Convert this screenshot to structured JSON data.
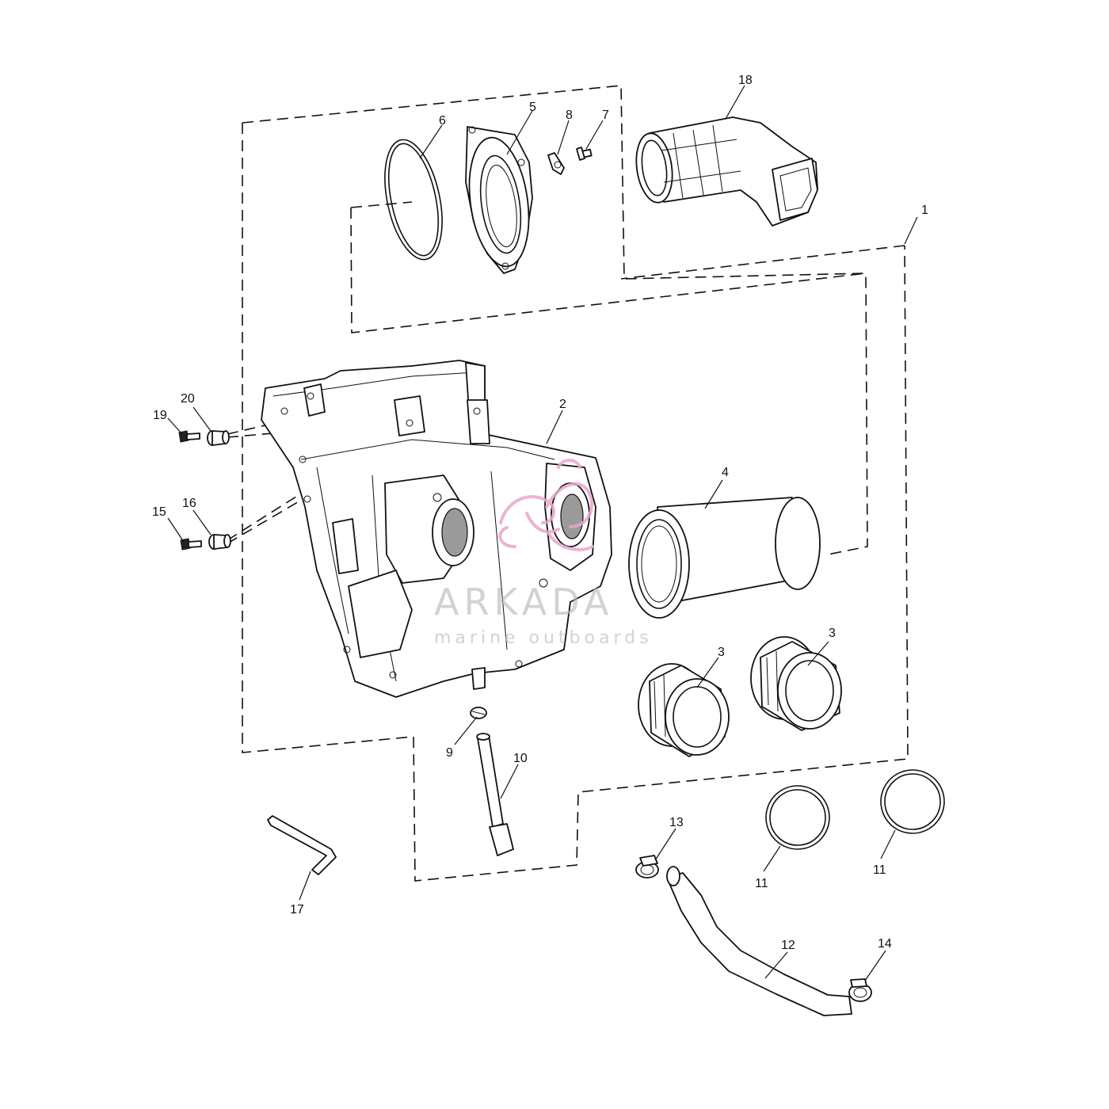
{
  "diagram": {
    "callouts": [
      {
        "id": "c1",
        "label": "1"
      },
      {
        "id": "c2",
        "label": "2"
      },
      {
        "id": "c3a",
        "label": "3"
      },
      {
        "id": "c3b",
        "label": "3"
      },
      {
        "id": "c4",
        "label": "4"
      },
      {
        "id": "c5",
        "label": "5"
      },
      {
        "id": "c6",
        "label": "6"
      },
      {
        "id": "c7",
        "label": "7"
      },
      {
        "id": "c8",
        "label": "8"
      },
      {
        "id": "c9",
        "label": "9"
      },
      {
        "id": "c10",
        "label": "10"
      },
      {
        "id": "c11a",
        "label": "11"
      },
      {
        "id": "c11b",
        "label": "11"
      },
      {
        "id": "c12",
        "label": "12"
      },
      {
        "id": "c13",
        "label": "13"
      },
      {
        "id": "c14",
        "label": "14"
      },
      {
        "id": "c15",
        "label": "15"
      },
      {
        "id": "c16",
        "label": "16"
      },
      {
        "id": "c17",
        "label": "17"
      },
      {
        "id": "c18",
        "label": "18"
      },
      {
        "id": "c19",
        "label": "19"
      },
      {
        "id": "c20",
        "label": "20"
      }
    ]
  },
  "watermark": {
    "brand": "ARKADA",
    "tagline": "marine outboards",
    "logo_color": "#e8a6cc",
    "text_color": "#b9b9b9"
  },
  "colors": {
    "line": "#111111",
    "background": "#ffffff"
  }
}
